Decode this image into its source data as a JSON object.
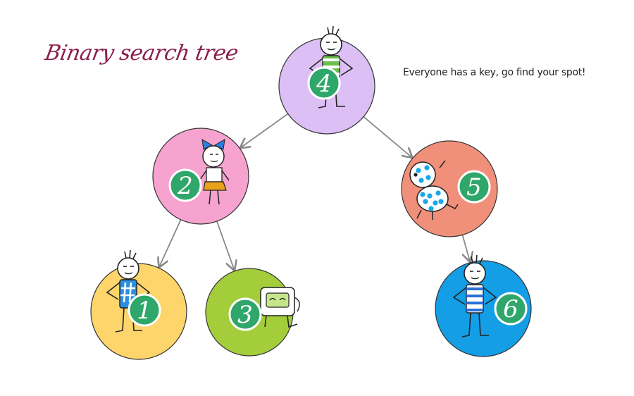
{
  "title": "Binary search tree",
  "tagline": "Everyone has a key, go find your spot!",
  "colors": {
    "title": "#8a1f4b",
    "key_badge": "#2fa66a",
    "edge": "#888888",
    "outline": "#333333"
  },
  "nodes": [
    {
      "key": "4",
      "color": "#dcbff5",
      "character": "stick-figure-green-shirt"
    },
    {
      "key": "2",
      "color": "#f6a3cf",
      "character": "stick-figure-blue-bow"
    },
    {
      "key": "5",
      "color": "#f0907a",
      "character": "spotted-creature"
    },
    {
      "key": "1",
      "color": "#fdd56b",
      "character": "stick-figure-hash-shirt"
    },
    {
      "key": "3",
      "color": "#a3cd3b",
      "character": "box-creature"
    },
    {
      "key": "6",
      "color": "#139ee6",
      "character": "stick-figure-striped-shirt"
    }
  ],
  "edges": [
    {
      "from": "4",
      "to": "2"
    },
    {
      "from": "4",
      "to": "5"
    },
    {
      "from": "2",
      "to": "1"
    },
    {
      "from": "2",
      "to": "3"
    },
    {
      "from": "5",
      "to": "6"
    }
  ]
}
